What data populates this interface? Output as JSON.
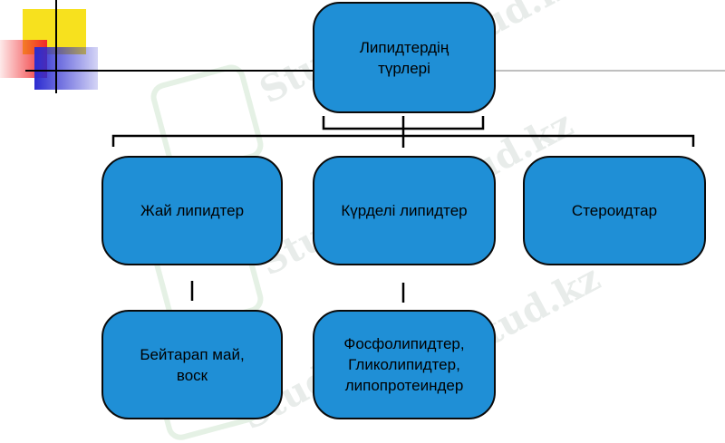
{
  "diagram": {
    "root": {
      "label": "Липидтердің\nтүрлері"
    },
    "level1": [
      {
        "label": "Жай липидтер"
      },
      {
        "label": "Күрделі липидтер"
      },
      {
        "label": "Стероидтар"
      }
    ],
    "level2": [
      {
        "label": "Бейтарап май,\nвоск"
      },
      {
        "label": "Фосфолипидтер,\nГликолипидтер,\nлипопротеиндер"
      }
    ]
  },
  "watermark": {
    "text": "Stud.kz"
  },
  "colors": {
    "node_fill": "#1f8fd6",
    "node_border": "#0a0a0a",
    "corner_yellow": "#f7e11e",
    "corner_red": "#f0272b",
    "corner_blue": "#2b2bd0"
  }
}
